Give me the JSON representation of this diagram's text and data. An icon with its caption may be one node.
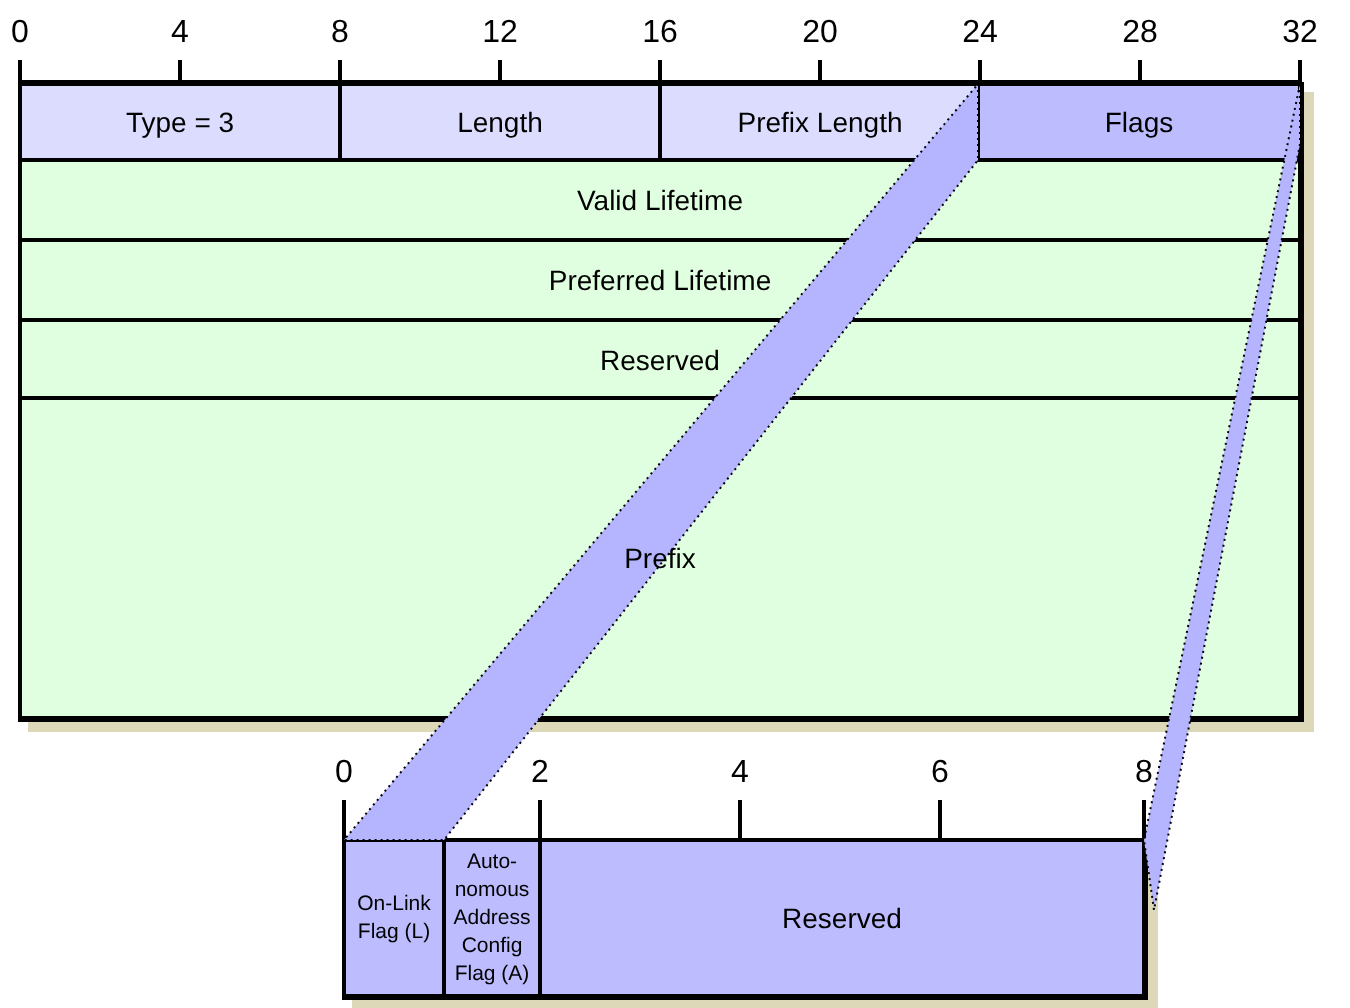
{
  "diagram": {
    "nodes": [
      {
        "text": [
          "Type = 3"
        ]
      },
      {
        "text": [
          "Length"
        ]
      },
      {
        "text": [
          "Prefix Length"
        ]
      },
      {
        "text": [
          "Flags"
        ]
      },
      {
        "text": [
          "Valid Lifetime"
        ]
      },
      {
        "text": [
          "Preferred Lifetime"
        ]
      },
      {
        "text": [
          "Reserved"
        ]
      },
      {
        "text": [
          "Prefix"
        ]
      },
      {
        "text": [
          "On-Link Flag (L)"
        ]
      },
      {
        "text": [
          "Auto- nomous Address Config Flag (A)"
        ]
      },
      {
        "text": [
          "Reserved"
        ]
      }
    ],
    "edges": [],
    "labels": [
      "0",
      "4",
      "8",
      "12",
      "16",
      "20",
      "24",
      "28",
      "32",
      "0",
      "2",
      "4",
      "6",
      "8"
    ]
  }
}
